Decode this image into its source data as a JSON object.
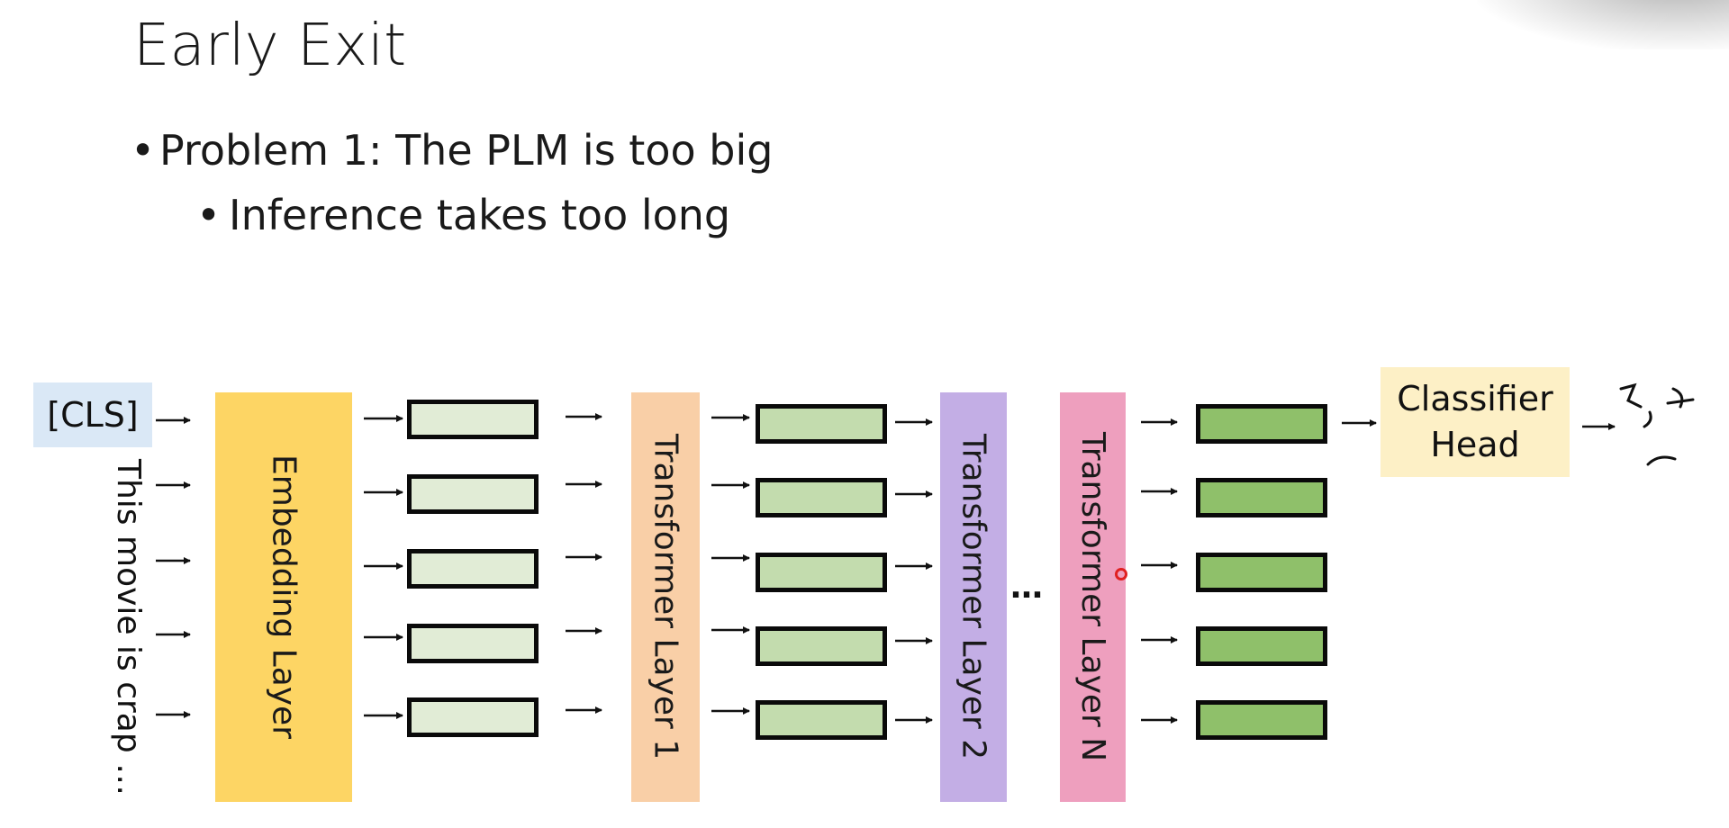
{
  "slide": {
    "title": "Early Exit",
    "bullets": [
      {
        "text": "Problem 1: The PLM is too big",
        "level": 1
      },
      {
        "text": "Inference takes too long",
        "level": 2
      }
    ]
  },
  "diagram": {
    "cls_token": "[CLS]",
    "input_text": "This movie is crap …",
    "layers": {
      "embedding": "Embedding Layer",
      "transformer_1": "Transformer Layer 1",
      "transformer_2": "Transformer Layer 2",
      "transformer_n": "Transformer Layer N"
    },
    "ellipsis": "…",
    "classifier": {
      "line1": "Classifier",
      "line2": "Head"
    }
  },
  "colors": {
    "cls_box": "#dae8f6",
    "embedding": "#fdd564",
    "transformer_1": "#f9cfa7",
    "transformer_2": "#c3aee5",
    "transformer_n": "#ee9fbe",
    "classifier": "#fdf0c6",
    "vector_stage_1": "#e1ecd6",
    "vector_stage_2": "#c3dcae",
    "vector_stage_3": "#8fc06a",
    "pointer": "#e02020"
  }
}
